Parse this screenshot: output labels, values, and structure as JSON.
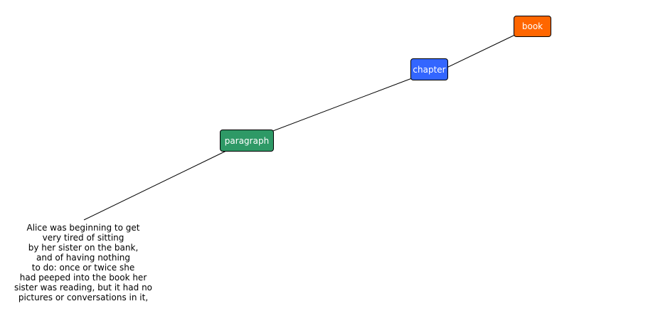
{
  "diagram": {
    "nodes": [
      {
        "id": "book",
        "label": "book",
        "color": "#ff6600"
      },
      {
        "id": "chapter",
        "label": "chapter",
        "color": "#3366ff"
      },
      {
        "id": "paragraph",
        "label": "paragraph",
        "color": "#2e9966"
      }
    ],
    "edges": [
      {
        "from": "book",
        "to": "chapter"
      },
      {
        "from": "chapter",
        "to": "paragraph"
      },
      {
        "from": "paragraph",
        "to": "text"
      }
    ],
    "text_lines": [
      "Alice was beginning to get",
      "very tired of sitting",
      "by her sister on the bank,",
      "and of having nothing",
      "to do: once or twice she",
      "had peeped into the book her",
      "sister was reading, but it had no",
      "pictures or conversations in it,"
    ],
    "edge_color": "#000000"
  }
}
